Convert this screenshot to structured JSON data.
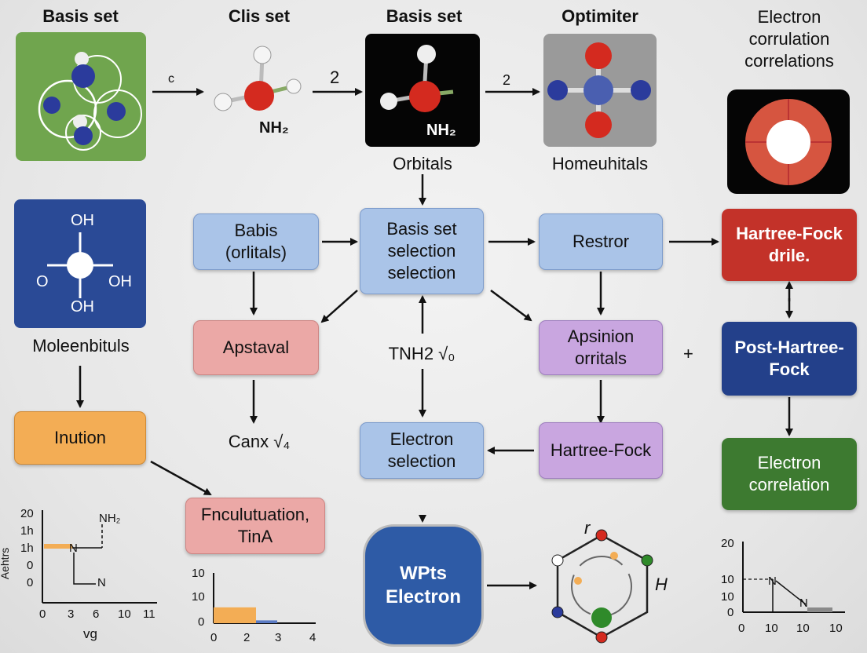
{
  "headers": {
    "h1": "Basis set",
    "h2": "Clis set",
    "h3": "Basis set",
    "h4": "Optimiter",
    "h5": "Electron\ncorrulation\ncorrelations"
  },
  "row1": {
    "arrow1_label": "c",
    "arrow2_label": "2",
    "arrow3_label": "2",
    "mol2_label": "NH₂",
    "mol3_label": "NH₂",
    "caption3": "Orbitals",
    "caption4": "Homeuhitals"
  },
  "left": {
    "oh_top": "OH",
    "oh_left": "O",
    "oh_right": "OH",
    "oh_bottom": "OH",
    "caption": "Moleenbituls",
    "inution": "Inution"
  },
  "boxes": {
    "babis": "Babis\n(orlitals)",
    "basis_sel": "Basis set\nselection\nselection",
    "restror": "Restror",
    "hf_drile": "Hartree-Fock\ndrile.",
    "apstaval": "Apstaval",
    "tnh2": "TNH2 √₀",
    "apsinion": "Apsinion\norritals",
    "plus": "+",
    "post_hf": "Post-Hartree-\nFock",
    "canx": "Canx √₄",
    "electron_sel": "Electron\nselection",
    "hf_purple": "Hartree-Fock",
    "electron_corr": "Electron\ncorrelation",
    "fnc": "Fnculutuation,\nTinA",
    "wpts": "WPts\nElectron",
    "ring_top": "r",
    "ring_right": "H"
  },
  "plot1": {
    "ylabel": "Aehtrs",
    "xlabel": "vg",
    "yticks": [
      "20",
      "1h",
      "1h",
      "0",
      "0"
    ],
    "xticks": [
      "0",
      "3",
      "6",
      "10",
      "11"
    ],
    "labels": [
      "NH₂",
      "N",
      "N"
    ]
  },
  "plot2": {
    "yticks": [
      "10",
      "10",
      "0"
    ],
    "xticks": [
      "0",
      "2",
      "3",
      "4"
    ],
    "bars": [
      {
        "from": 0,
        "to": 2,
        "value": 2.8,
        "color": "#f3ad55"
      },
      {
        "from": 2,
        "to": 3,
        "value": 0.5,
        "color": "#5b7bc4"
      }
    ]
  },
  "plot3": {
    "yticks": [
      "20",
      "10",
      "10",
      "0"
    ],
    "xticks": [
      "0",
      "10",
      "10",
      "10"
    ],
    "labels": [
      "N",
      "N"
    ]
  },
  "colors": {
    "blue_box": "#aac4e8",
    "pink_box": "#eba8a6",
    "purple_box": "#c9a6e0",
    "orange_box": "#f3ad55",
    "red_box": "#c33229",
    "navy_box": "#23408a",
    "green_box": "#3d7a30"
  }
}
